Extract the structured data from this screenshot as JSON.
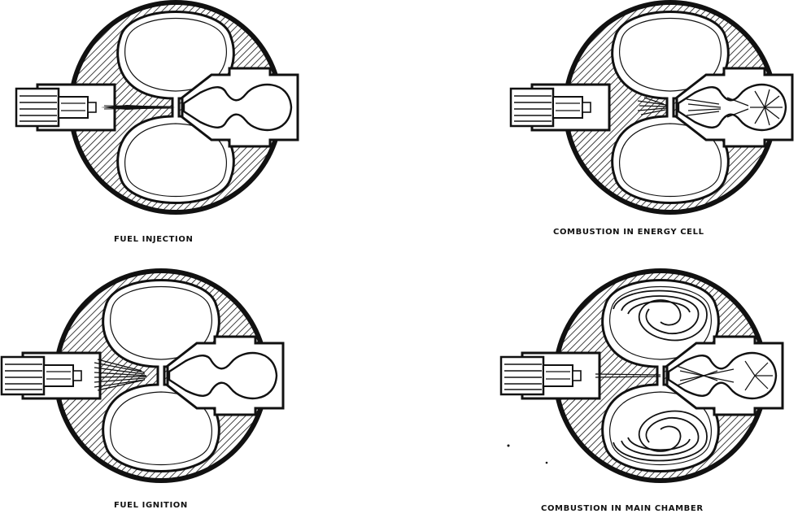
{
  "panels": [
    {
      "id": "fuel-injection",
      "caption": "FUEL INJECTION",
      "stage": "injection"
    },
    {
      "id": "combustion-energy-cell",
      "caption": "COMBUSTION IN ENERGY CELL",
      "stage": "energy-cell"
    },
    {
      "id": "fuel-ignition",
      "caption": "FUEL IGNITION",
      "stage": "ignition"
    },
    {
      "id": "combustion-main-chamber",
      "caption": "COMBUSTION IN MAIN CHAMBER",
      "stage": "main-chamber"
    }
  ],
  "colors": {
    "ink": "#111111",
    "paper": "#ffffff"
  }
}
